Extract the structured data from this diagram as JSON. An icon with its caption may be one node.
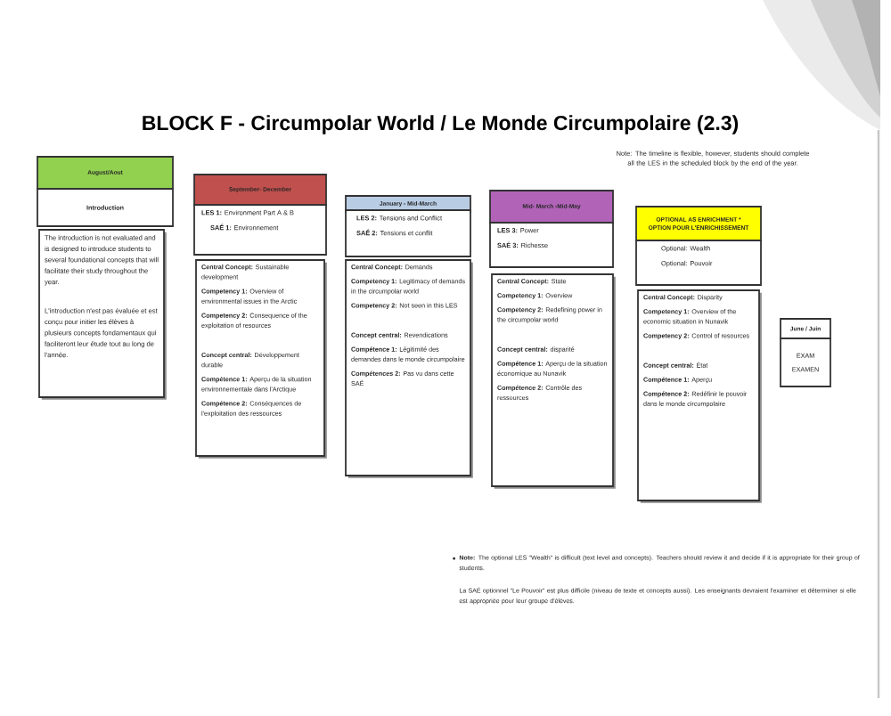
{
  "diagram": {
    "title": "BLOCK F - Circumpolar World / Le Monde Circumpolaire (2.3)",
    "nodes": [
      {
        "text": [
          "August/Aout"
        ]
      },
      {
        "text": [
          "Introduction"
        ]
      },
      {
        "text": [
          "The introduction is not evaluated and is designed to introduce students to several foundational concepts that will facilitate their study throughout the year.",
          "L'introduction n'est pas évaluée et est conçu pour initier les élèves à plusieurs concepts fondamentaux qui faciliteront leur étude tout au long de l'année."
        ]
      },
      {
        "text": [
          "September- December"
        ]
      },
      {
        "text": [
          "**LES 1:** Environment Part A & B",
          "**SAÉ 1:** Environnement"
        ]
      },
      {
        "text": [
          "**Central Concept:** Sustainable development",
          "**Competency 1:** Overview of environmental issues in the Arctic",
          "**Competency 2:** Consequence of the exploitation of resources",
          "**Concept central:** Développement durable",
          "**Compétence 1:** Aperçu de la situation environnementale dans l'Arctique",
          "**Compétence 2:** Conséquences de l'exploitation des ressources"
        ]
      },
      {
        "text": [
          "January - Mid-March"
        ]
      },
      {
        "text": [
          "**LES 2:** Tensions and Conflict",
          "**SAÉ 2:** Tensions et conflit"
        ]
      },
      {
        "text": [
          "**Central Concept:** Demands",
          "**Competency 1:** Legitimacy of demands in the circumpolar world",
          "**Competency 2:** Not seen in this LES",
          "**Concept central:** Revendications",
          "**Compétence 1:** Légitimité des demandes dans le monde circumpolaire",
          "**Compétences 2:** Pas vu dans cette SAÉ"
        ]
      },
      {
        "text": [
          "Mid- March -Mid-May"
        ]
      },
      {
        "text": [
          "**LES 3:** Power",
          "**SAÉ 3:** Richesse"
        ]
      },
      {
        "text": [
          "**Central Concept:** State",
          "**Competency 1:** Overview",
          "**Competency 2:** Redefining power in the circumpolar world",
          "**Concept central:** disparité",
          "**Compétence 1:** Aperçu de la situation économique au Nunavik",
          "**Compétence 2:** Contrôle des ressources"
        ]
      },
      {
        "text": [
          "OPTIONAL AS ENRICHMENT *",
          "OPTION POUR L'ENRICHISSEMENT"
        ]
      },
      {
        "text": [
          "Optional: Wealth",
          "Optional: Pouvoir"
        ]
      },
      {
        "text": [
          "**Central Concept:** Disparity",
          "**Competency 1:** Overview of the economic situation in Nunavik",
          "**Competency 2:** Control of resources",
          "**Concept central:** État",
          "**Compétence 1:** Aperçu",
          "**Compétence 2:** Redéfinir le pouvoir dans le monde circumpolaire"
        ]
      },
      {
        "text": [
          "June / Juin"
        ]
      },
      {
        "text": [
          "EXAM",
          "EXAMEN"
        ]
      }
    ],
    "labels": [
      "Note: The timeline is flexible, however, students should complete all the LES in the scheduled block by the end of the year.",
      "**Note:** The optional LES \"Wealth\" is difficult (text level and concepts). Teachers should review it and decide if it is appropriate for their group of students.",
      "La SAÉ optionnel \"Le Pouvoir\" est plus difficile (niveau de texte et concepts aussi). Les enseignants devraient l'examiner et déterminer si elle est appropriée pour leur groupe d'élèves."
    ]
  }
}
